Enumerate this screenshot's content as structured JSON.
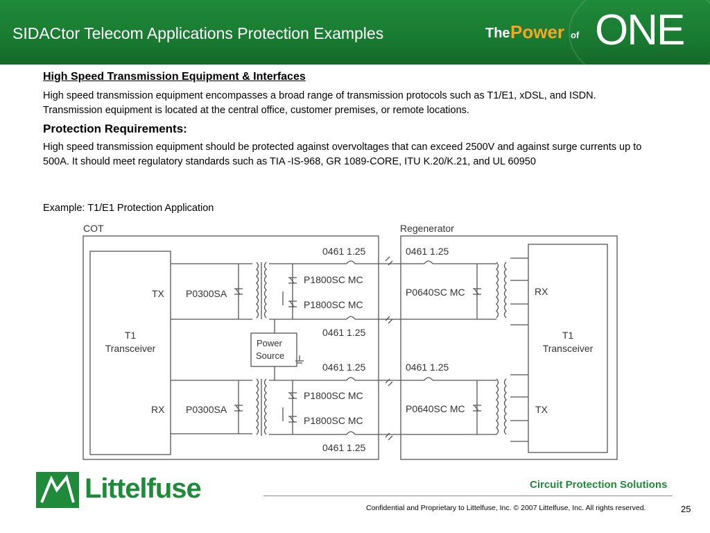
{
  "header": {
    "title": "SIDACtor Telecom Applications Protection Examples",
    "brand_the": "The",
    "brand_power": "Power",
    "brand_of": "of",
    "brand_one": "ONE"
  },
  "section": {
    "heading": "High Speed Transmission Equipment & Interfaces",
    "paragraph": "High speed transmission equipment encompasses a broad range of transmission protocols such as T1/E1, xDSL, and ISDN.  Transmission equipment is located at the central office, customer premises, or remote locations.",
    "req_heading": "Protection Requirements:",
    "req_paragraph": "High speed transmission equipment should be protected against overvoltages that can exceed 2500V and against surge currents up to 500A.  It should meet regulatory standards such as TIA -IS-968, GR 1089-CORE, ITU K.20/K.21, and UL 60950",
    "example": "Example: T1/E1 Protection Application"
  },
  "diagram": {
    "cot_label": "COT",
    "regen_label": "Regenerator",
    "left_transceiver": [
      "T1",
      "Transceiver"
    ],
    "right_transceiver": [
      "T1",
      "Transceiver"
    ],
    "left_tx": "TX",
    "left_rx": "RX",
    "right_rx": "RX",
    "right_tx": "TX",
    "left_sidactor_top": "P0300SA",
    "left_sidactor_bottom": "P0300SA",
    "mid_sidactor_1": "P1800SC MC",
    "mid_sidactor_2": "P1800SC MC",
    "mid_sidactor_3": "P1800SC MC",
    "mid_sidactor_4": "P1800SC MC",
    "right_sidactor_top": "P0640SC MC",
    "right_sidactor_bottom": "P0640SC MC",
    "fuse_1": "0461 1.25",
    "fuse_2": "0461 1.25",
    "fuse_3": "0461 1.25",
    "fuse_4": "0461 1.25",
    "fuse_r1": "0461 1.25",
    "fuse_r2": "0461 1.25",
    "power_source": [
      "Power",
      "Source"
    ]
  },
  "footer": {
    "logo_text": "Littelfuse",
    "tagline": "Circuit Protection Solutions",
    "confidential": "Confidential and Proprietary to Littelfuse, Inc.  © 2007 Littelfuse, Inc.  All rights reserved.",
    "page": "25"
  },
  "colors": {
    "header_green": "#1f8a3a",
    "brand_orange": "#f5a623",
    "diagram_gray": "#555555"
  }
}
